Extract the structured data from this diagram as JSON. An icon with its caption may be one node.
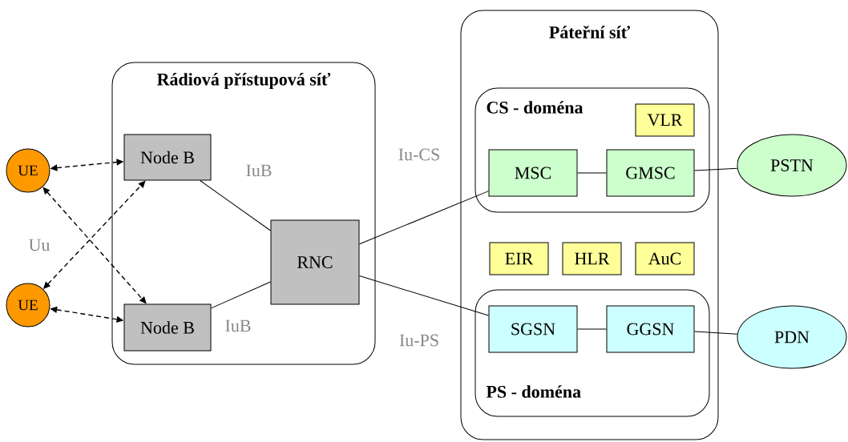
{
  "diagram": {
    "nodes": [
      {
        "text": [
          "UE"
        ]
      },
      {
        "text": [
          "UE"
        ]
      },
      {
        "text": [
          "Rádiová přístupová síť"
        ]
      },
      {
        "text": [
          "Node B"
        ],
        "in": 2
      },
      {
        "text": [
          "Node B"
        ],
        "in": 2
      },
      {
        "text": [
          "RNC"
        ],
        "in": 2
      },
      {
        "text": [
          "Páteřní síť"
        ]
      },
      {
        "text": [
          "CS - doména"
        ],
        "in": 6
      },
      {
        "text": [
          "VLR"
        ],
        "in": 7
      },
      {
        "text": [
          "MSC"
        ],
        "in": 7
      },
      {
        "text": [
          "GMSC"
        ],
        "in": 7
      },
      {
        "text": [
          "EIR"
        ],
        "in": 6
      },
      {
        "text": [
          "HLR"
        ],
        "in": 6
      },
      {
        "text": [
          "AuC"
        ],
        "in": 6
      },
      {
        "text": [
          "PS - doména"
        ],
        "in": 6
      },
      {
        "text": [
          "SGSN"
        ],
        "in": 14
      },
      {
        "text": [
          "GGSN"
        ],
        "in": 14
      },
      {
        "text": [
          "PSTN"
        ]
      },
      {
        "text": [
          "PDN"
        ]
      }
    ],
    "edges": [
      {
        "from": 0,
        "to": 3,
        "arrow": "both",
        "style": "dashed"
      },
      {
        "from": 0,
        "to": 4,
        "arrow": "both",
        "style": "dashed"
      },
      {
        "from": 1,
        "to": 3,
        "arrow": "both",
        "style": "dashed"
      },
      {
        "from": 1,
        "to": 4,
        "arrow": "both",
        "style": "dashed"
      },
      {
        "from": 3,
        "to": 5,
        "arrow": "none",
        "label": "IuB"
      },
      {
        "from": 4,
        "to": 5,
        "arrow": "none",
        "label": "IuB"
      },
      {
        "from": 5,
        "to": 9,
        "arrow": "none",
        "label": "Iu-CS"
      },
      {
        "from": 5,
        "to": 15,
        "arrow": "none",
        "label": "Iu-PS"
      },
      {
        "from": 9,
        "to": 10,
        "arrow": "none"
      },
      {
        "from": 10,
        "to": 17,
        "arrow": "none"
      },
      {
        "from": 15,
        "to": 16,
        "arrow": "none"
      },
      {
        "from": 16,
        "to": 18,
        "arrow": "none"
      }
    ],
    "labels": [
      "Uu"
    ]
  }
}
